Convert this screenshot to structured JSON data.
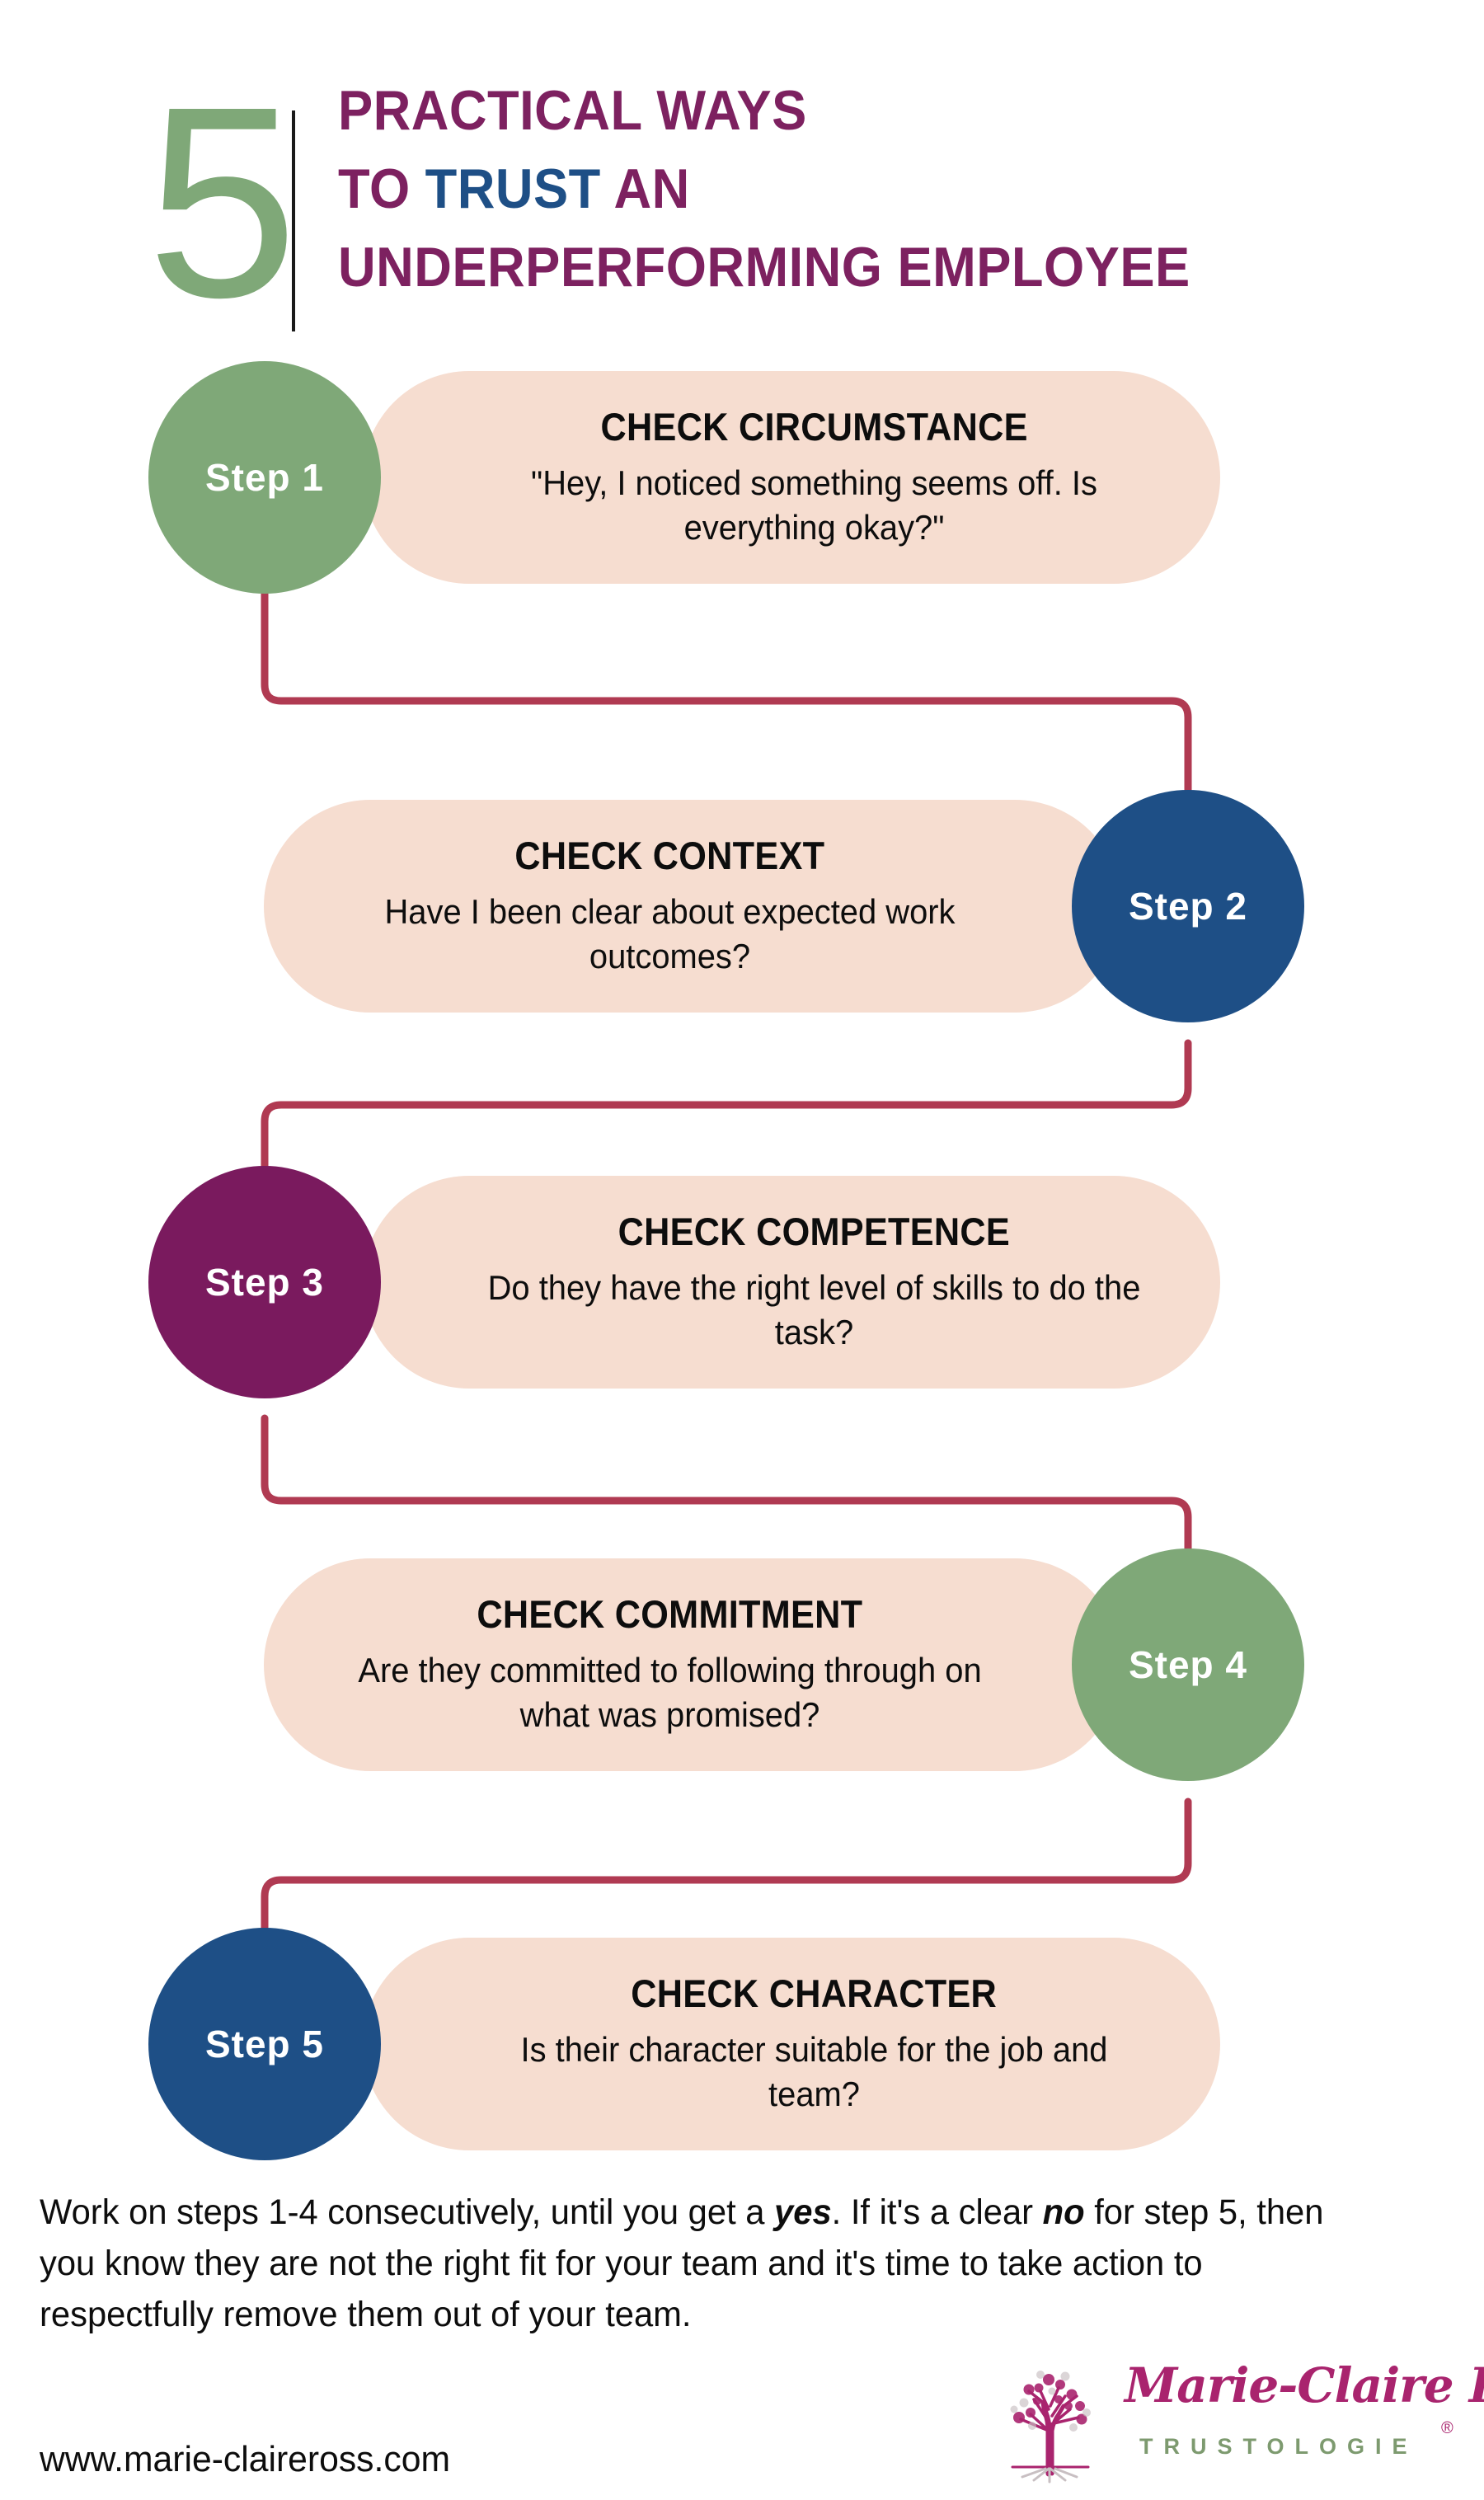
{
  "header": {
    "number": "5",
    "title_line1": "PRACTICAL WAYS",
    "title_line2_pre": "TO ",
    "title_line2_highlight": "TRUST",
    "title_line2_post": " AN",
    "title_line3": "UNDERPERFORMING EMPLOYEE",
    "colors": {
      "number_green": "#7FA878",
      "title_purple": "#7D2160",
      "trust_blue": "#1E4F86"
    }
  },
  "steps": [
    {
      "badge": "Step 1",
      "badge_color": "#7FA878",
      "side": "left",
      "title": "CHECK CIRCUMSTANCE",
      "body": "\"Hey, I noticed something seems off. Is everything okay?\""
    },
    {
      "badge": "Step 2",
      "badge_color": "#1E4F86",
      "side": "right",
      "title": "CHECK CONTEXT",
      "body": "Have I been clear about expected work outcomes?"
    },
    {
      "badge": "Step 3",
      "badge_color": "#7A1A5E",
      "side": "left",
      "title": "CHECK COMPETENCE",
      "body": "Do they have the right level of skills to do the task?"
    },
    {
      "badge": "Step 4",
      "badge_color": "#7FA878",
      "side": "right",
      "title": "CHECK COMMITMENT",
      "body": "Are they committed to following through on what was promised?"
    },
    {
      "badge": "Step 5",
      "badge_color": "#1E4F86",
      "side": "left",
      "title": "CHECK CHARACTER",
      "body": "Is their character suitable for the job and team?"
    }
  ],
  "theme": {
    "pill_background": "#F6DDD0",
    "connector_color": "#B03A52",
    "text_color": "#0d0d0d",
    "page_background": "#FFFFFF"
  },
  "footer": {
    "paragraph_part1": "Work on steps 1-4 consecutively, until you get a ",
    "paragraph_emph1": "yes",
    "paragraph_part2": ".  If it's a clear ",
    "paragraph_emph2": "no",
    "paragraph_part3": " for step 5, then you know they are not the right fit for your team and it's time to take action to respectfully remove them out of your team.",
    "url": "www.marie-claireross.com"
  },
  "logo": {
    "script_name": "Marie-Claire Ross",
    "tagline": "TRUSTOLOGIE",
    "registered_mark": "®",
    "script_color": "#A9246E",
    "tagline_color": "#7D9A6F"
  }
}
